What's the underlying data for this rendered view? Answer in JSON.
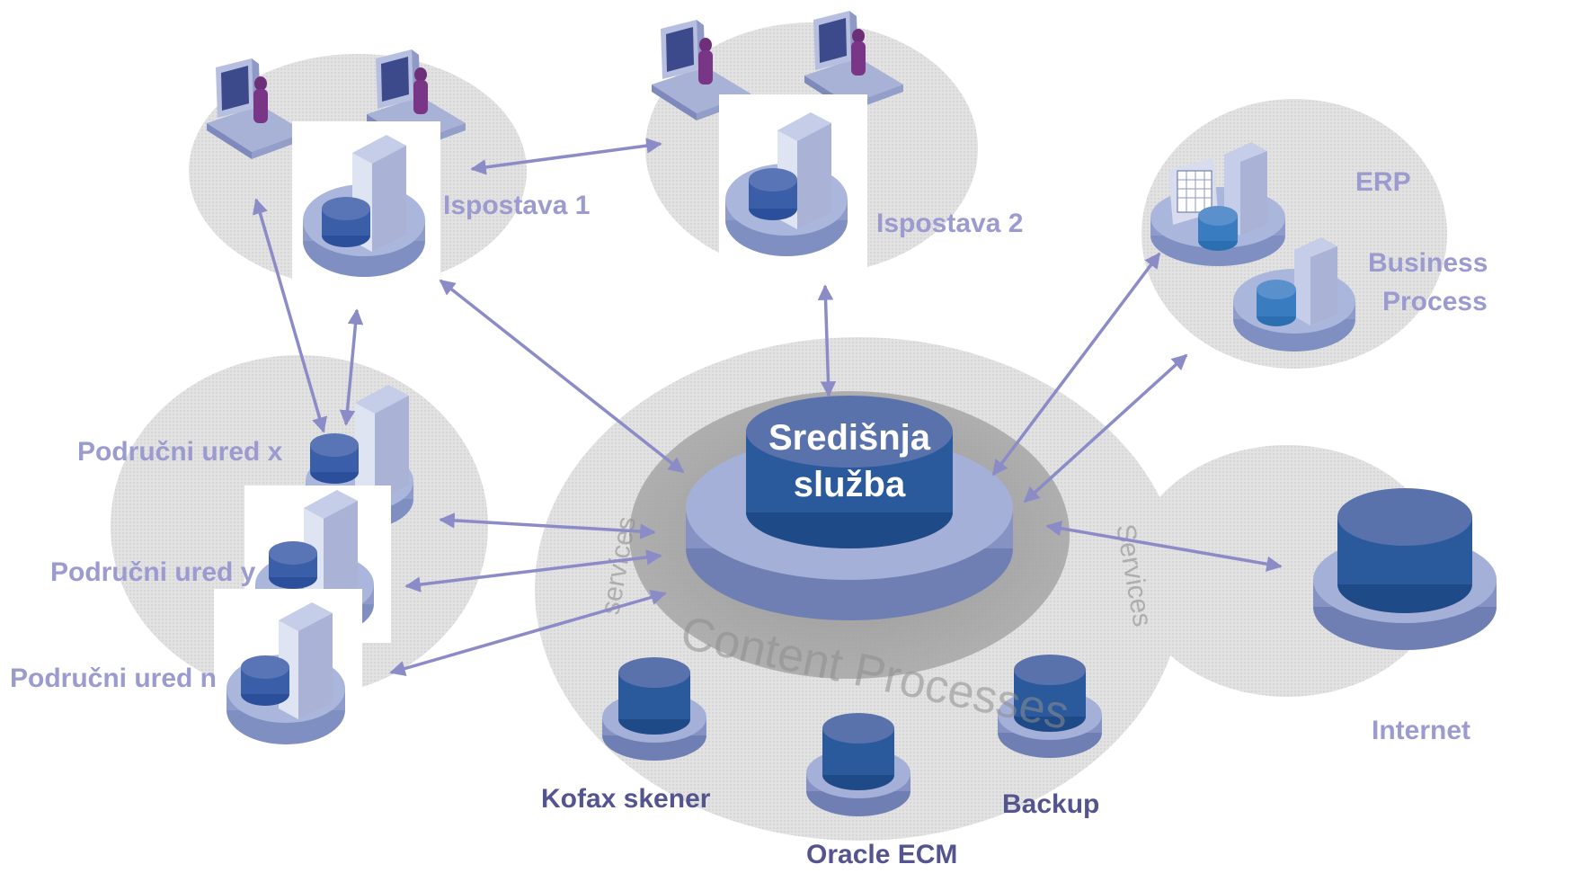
{
  "nodes": {
    "ispostava_1": "Ispostava 1",
    "ispostava_2": "Ispostava 2",
    "erp": "ERP",
    "business_process_line1": "Business",
    "business_process_line2": "Process",
    "podrucni_ured_x": "Područni ured x",
    "podrucni_ured_y": "Područni ured y",
    "podrucni_ured_n": "Područni ured n",
    "center_line1": "Središnja",
    "center_line2": "služba",
    "internet": "Internet",
    "kofax": "Kofax skener",
    "oracle": "Oracle ECM",
    "backup": "Backup"
  },
  "watermarks": {
    "content_processes": "Content Processes",
    "services_left": "services",
    "services_right": "Services"
  },
  "colors": {
    "arrow": "#8b8bc8",
    "label_light": "#9b9bd0",
    "label_dark": "#54548f",
    "db_top": "#5f7bb6",
    "db_body": "#24589a",
    "platter": "#99a6cc",
    "cloud": "#e3e3e3"
  }
}
